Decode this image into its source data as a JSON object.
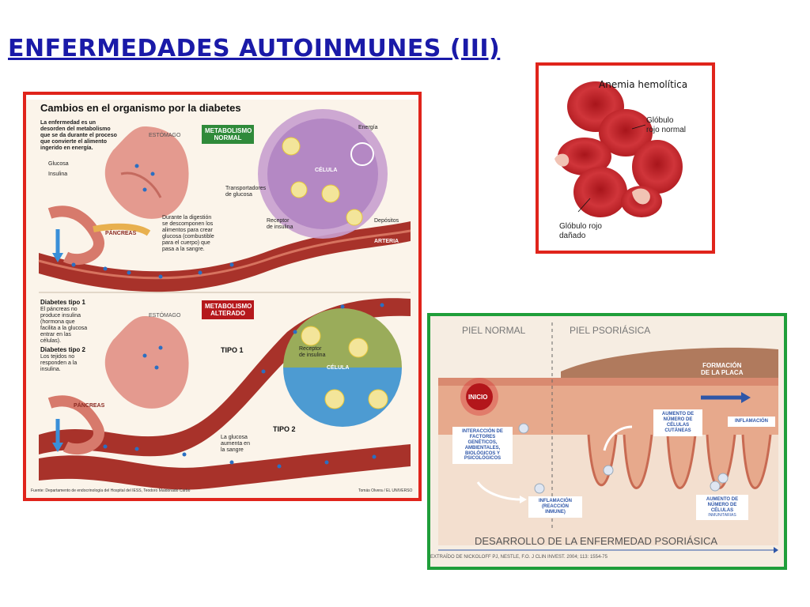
{
  "page": {
    "title": "ENFERMEDADES AUTOINMUNES (III)"
  },
  "diabetes": {
    "title": "Cambios en el organismo por la diabetes",
    "intro": "La enfermedad es un\ndesorden del metabolismo\nque se da durante el proceso\nque convierte el alimento\ningerido en energía.",
    "legend": {
      "glucose": "Glucosa",
      "insulin": "Insulina"
    },
    "normal_badge": "METABOLISMO\nNORMAL",
    "altered_badge": "METABOLISMO\nALTERADO",
    "stomach": "ESTÓMAGO",
    "pancreas": "PÁNCREAS",
    "cell": "CÉLULA",
    "energy": "Energía",
    "transporters": "Transportadores\nde glucosa",
    "receptor": "Receptor\nde insulina",
    "deposits": "Depósitos",
    "artery": "ARTERIA",
    "digestion": "Durante la digestión\nse descomponen los\nalimentos para crear\nglucosa (combustible\npara el cuerpo) que\npasa a la sangre.",
    "type1_text_title": "Diabetes tipo 1",
    "type1_text": "El páncreas no\nproduce insulina\n(hormona que\nfacilita a la glucosa\nentrar en las\ncélulas).",
    "type2_text_title": "Diabetes tipo 2",
    "type2_text": "Los tejidos no\nresponden a la\ninsulina.",
    "tipo1": "TIPO 1",
    "tipo2": "TIPO 2",
    "receptor2": "Receptor\nde insulina",
    "cell2": "CÉLULA",
    "glucose_blood": "La glucosa\naumenta en\nla sangre",
    "source": "Fuente: Departamento de endocrinología del Hospital del IESS, Teodoro Maldonado Carbo",
    "credit": "Tomás Olvera / EL UNIVERSO",
    "colors": {
      "badge": "#b5181c",
      "badge_green": "#2f8a3a",
      "blood": "#a8322a"
    }
  },
  "anemia": {
    "title": "Anemia hemolítica",
    "normal": "Glóbulo\nrojo normal",
    "damaged": "Glóbulo rojo\ndañado"
  },
  "psoriasis": {
    "normal_label": "PIEL NORMAL",
    "psoriatic_label": "PIEL PSORIÁSICA",
    "plaque": "FORMACIÓN\nDE LA PLACA",
    "inicio": "INICIO",
    "factors": "INTERACCIÓN DE\nFACTORES\nGENÉTICOS,\nAMBIENTALES,\nBIOLÓGICOS Y\nPSICOLÓGICOS",
    "inflammation1": "INFLAMACIÓN\n(REACCIÓN\nINMUNE)",
    "cutaneous": "AUMENTO DE\nNÚMERO DE\nCÉLULAS\nCUTÁNEAS",
    "inflammation2": "INFLAMACIÓN",
    "immune": "AUMENTO DE\nNÚMERO DE\nCÉLULAS",
    "immune_sub": "INMUNITARIAS",
    "development": "DESARROLLO DE LA ENFERMEDAD PSORIÁSICA",
    "source": "EXTRAÍDO DE NICKOLOFF PJ, NESTLE, F.O. J CLIN INVEST. 2004; 113: 1554-75",
    "colors": {
      "accent": "#2e56a8",
      "inicio": "#b3161b"
    }
  }
}
